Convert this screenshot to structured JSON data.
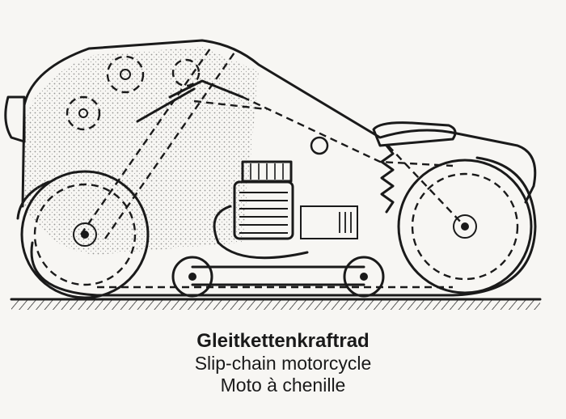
{
  "caption": {
    "german": "Gleitkettenkraftrad",
    "english": "Slip-chain motorcycle",
    "french": "Moto à chenille"
  },
  "colors": {
    "ink": "#1a1a1a",
    "paper": "#f7f6f3"
  }
}
